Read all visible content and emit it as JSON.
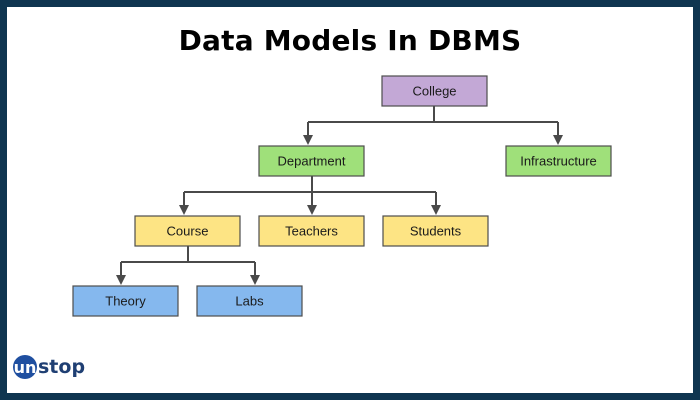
{
  "title": "Data Models In DBMS",
  "logo": {
    "mark": "un",
    "rest": "stop"
  },
  "colors": {
    "college": "#c3a8d6",
    "level1": "#9fe07a",
    "level2": "#fde484",
    "level3": "#85b8ee",
    "arrow": "#4a4a4a",
    "frame": "#0f3550"
  },
  "nodes": {
    "college": "College",
    "department": "Department",
    "infrastructure": "Infrastructure",
    "course": "Course",
    "teachers": "Teachers",
    "students": "Students",
    "theory": "Theory",
    "labs": "Labs"
  }
}
